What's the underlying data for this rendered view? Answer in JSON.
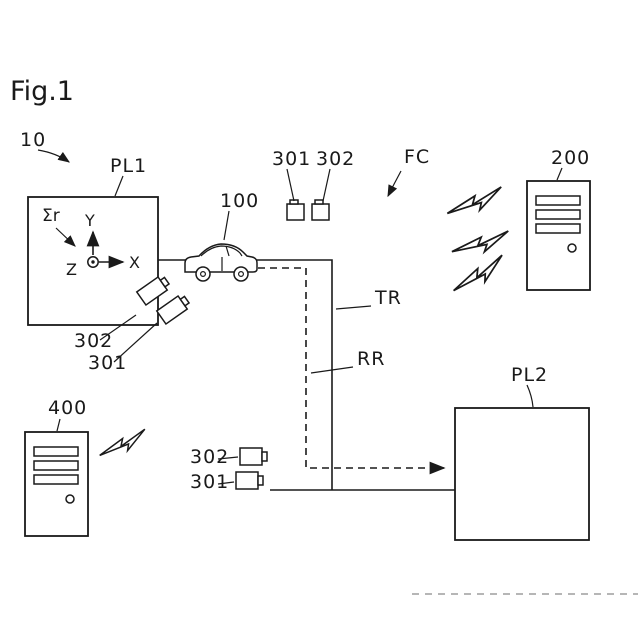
{
  "figure": {
    "title": "Fig.1"
  },
  "refs": {
    "system": "10",
    "pl1": "PL1",
    "pl2": "PL2",
    "vehicle": "100",
    "server_right": "200",
    "server_left": "400",
    "camera_top_left": "301",
    "camera_top_right": "302",
    "camera_pl1_upper": "302",
    "camera_pl1_lower": "301",
    "camera_bottom_upper": "302",
    "camera_bottom_lower": "301",
    "fc": "FC",
    "tr": "TR",
    "rr": "RR"
  },
  "coordinate_frame": {
    "frame": "Σr",
    "x": "X",
    "y": "Y",
    "z": "Z"
  },
  "colors": {
    "line": "#1a1a1a",
    "background": "#ffffff"
  }
}
